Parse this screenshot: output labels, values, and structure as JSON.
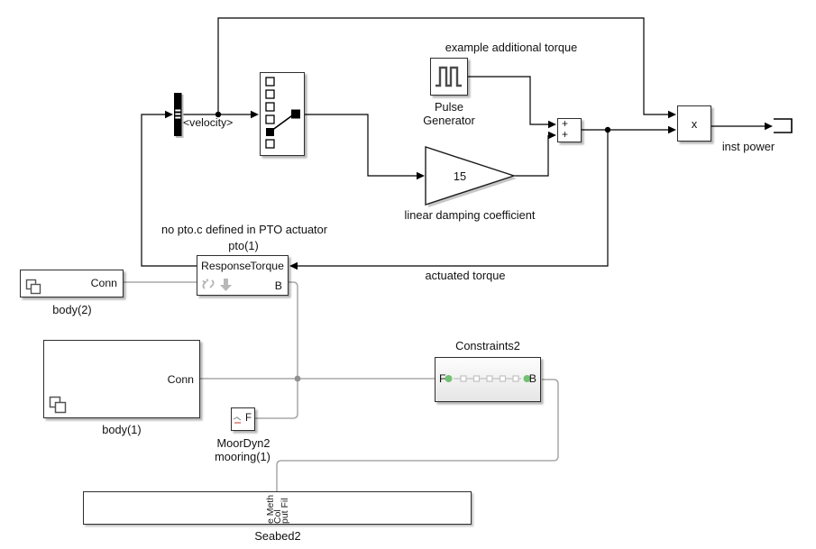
{
  "colors": {
    "signal_line": "#000000",
    "physical_line": "#a8a8a8",
    "port_green": "#72c172",
    "background": "#ffffff",
    "icon_gray": "#b4b4b4"
  },
  "annotations": {
    "example_additional_torque": "example additional torque",
    "no_pto_warning": "no pto.c defined in PTO actuator",
    "actuated_torque": "actuated torque",
    "inst_power": "inst power",
    "velocity_tag": "<velocity>"
  },
  "blocks": {
    "pulse_generator": {
      "label_line1": "Pulse",
      "label_line2": "Generator"
    },
    "gain": {
      "value": "15",
      "label": "linear damping coefficient"
    },
    "sum": {
      "signs": [
        "+",
        "+"
      ]
    },
    "product": {
      "symbol": "x"
    },
    "pto": {
      "name": "pto(1)",
      "ports": {
        "response": "Response",
        "torque": "Torque",
        "b": "B"
      }
    },
    "body2": {
      "port": "Conn",
      "name": "body(2)"
    },
    "body1": {
      "port": "Conn",
      "name": "body(1)"
    },
    "moordyn2": {
      "port": "F",
      "name": "MoorDyn2",
      "subname": "mooring(1)"
    },
    "constraints2": {
      "name": "Constraints2",
      "port_f": "F",
      "port_b": "B"
    },
    "seabed2": {
      "name": "Seabed2",
      "rotated_port_labels": [
        "e Meth",
        "Col",
        "put Fil"
      ]
    }
  }
}
